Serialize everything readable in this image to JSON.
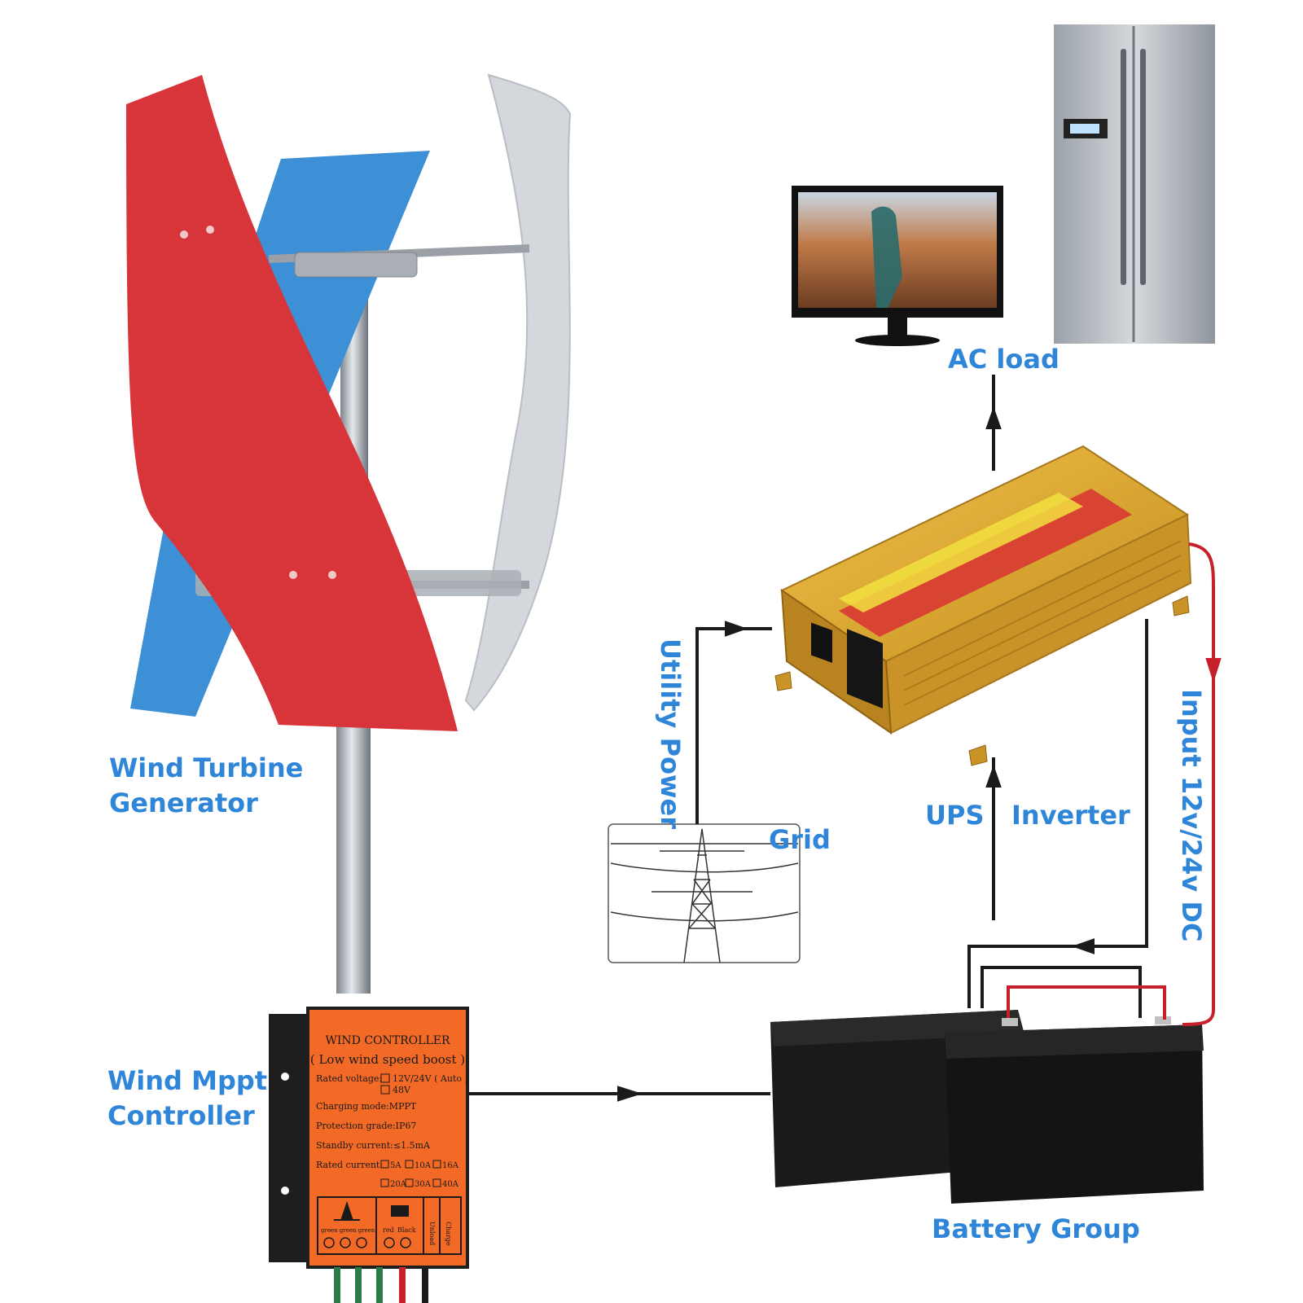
{
  "labels": {
    "wind_turbine": [
      "Wind Turbine",
      "Generator"
    ],
    "wind_mppt": [
      "Wind Mppt",
      "Controller"
    ],
    "ac_load": "AC load",
    "utility_power": "Utility Power",
    "grid": "Grid",
    "ups": "UPS",
    "inverter": "Inverter",
    "input_dc": "Input 12v/24v DC",
    "battery_group": "Battery Group"
  },
  "controller": {
    "title": "WIND CONTROLLER",
    "subtitle": "( Low wind speed boost )",
    "rated_voltage_label": "Rated voltage:",
    "rated_voltage_options": [
      "12V/24V ( Auto )",
      "48V"
    ],
    "charging_mode": "Charging mode:MPPT",
    "protection_grade": "Protection grade:IP67",
    "standby_current": "Standby current:≤1.5mA",
    "rated_current_label": "Rated current:",
    "rated_current_options": [
      "5A",
      "10A",
      "16A",
      "20A",
      "30A",
      "40A"
    ],
    "terminal_labels": [
      "green green green",
      "red",
      "Black",
      "Unload",
      "Charge"
    ]
  },
  "colors": {
    "label_blue": "#2f86d8",
    "controller_orange": "#f26a25",
    "inverter_gold": "#d9a52c",
    "wire_black": "#1a1a1a",
    "wire_red": "#c8202a",
    "blade_red": "#d8353b",
    "blade_blue": "#3d8fd6",
    "blade_white": "#d4d8dc"
  }
}
